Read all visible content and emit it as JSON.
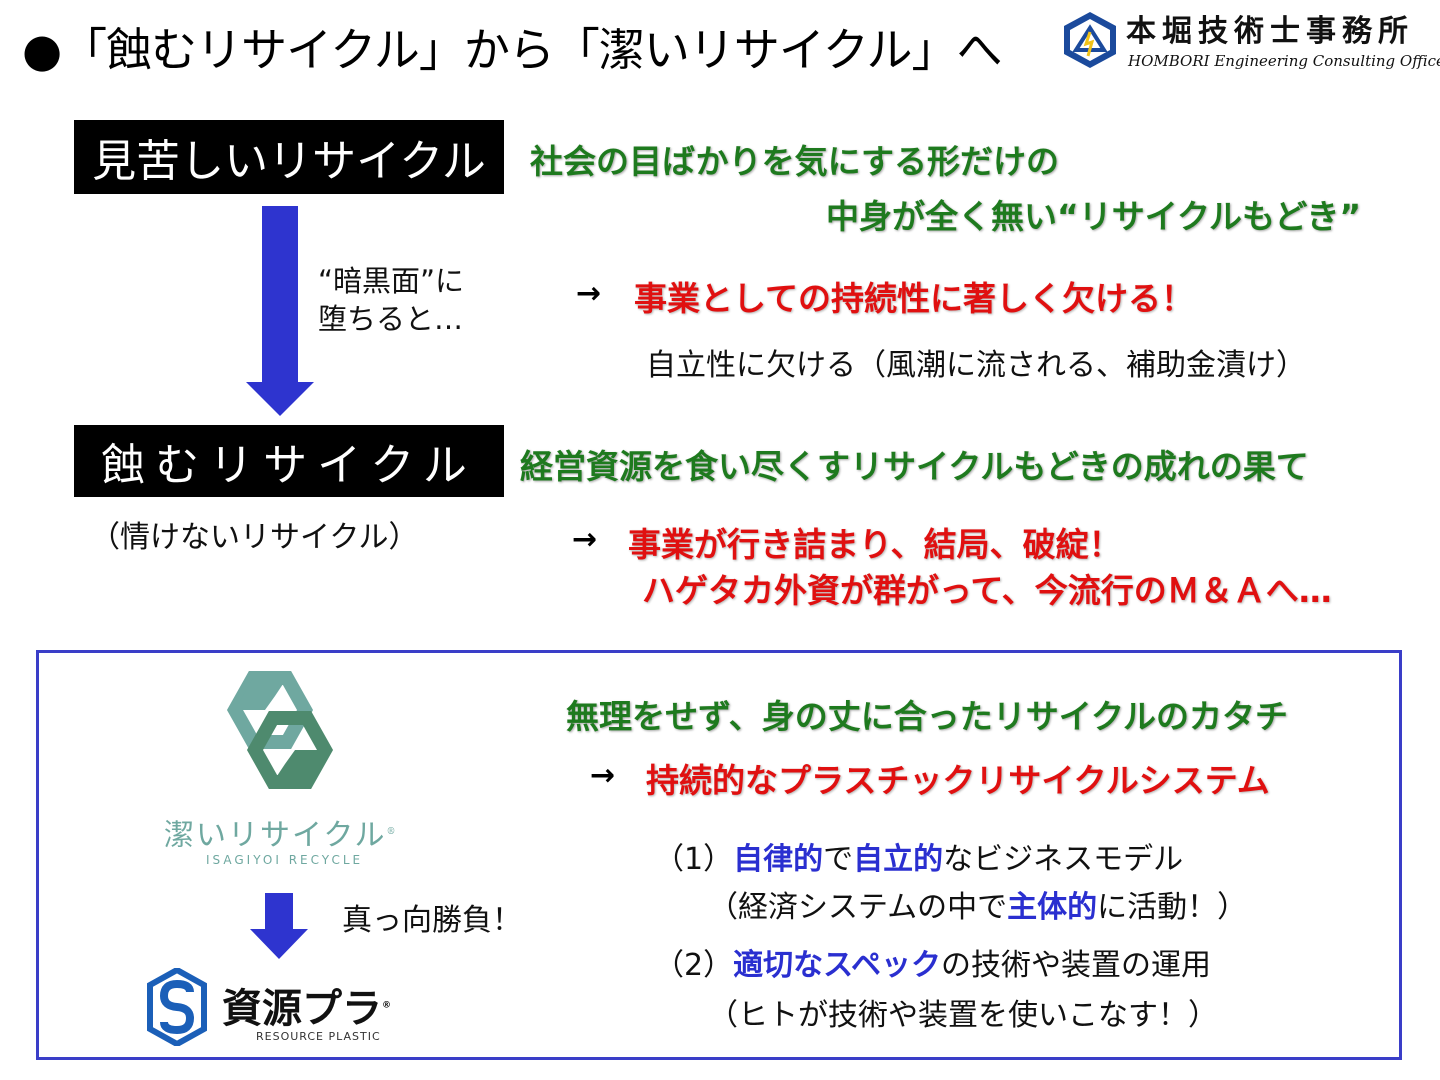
{
  "title": "●「蝕むリサイクル」から「潔いリサイクル」へ",
  "company": {
    "name": "本堀技術士事務所",
    "name_en": "HOMBORI Engineering Consulting Office",
    "emblem_icon": "hombori-emblem-icon"
  },
  "ugly_recycle": {
    "label": "見苦しいリサイクル",
    "desc_line1": "社会の目ばかりを気にする形だけの",
    "desc_line2": "中身が全く無い“リサイクルもどき”"
  },
  "transition": {
    "line1": "“暗黒面”に",
    "line2": "堕ちると…"
  },
  "consequence1": {
    "arrow": "→",
    "headline": "事業としての持続性に著しく欠ける！",
    "detail": "自立性に欠ける（風潮に流される、補助金漬け）"
  },
  "erode_recycle": {
    "label": "蝕むリサイクル",
    "subtitle": "（情けないリサイクル）",
    "desc": "経営資源を食い尽くすリサイクルもどきの成れの果て"
  },
  "consequence2": {
    "arrow": "→",
    "line1": "事業が行き詰まり、結局、破綻！",
    "line2": "ハゲタカ外資が群がって、今流行のＭ＆Ａへ…"
  },
  "panel": {
    "isagiyoi_logo": {
      "jp": "潔いリサイクル",
      "en": "ISAGIYOI RECYCLE",
      "mark": "®",
      "icon": "isagiyoi-hexagon-icon"
    },
    "head_on": "真っ向勝負！",
    "shigen_logo": {
      "jp": "資源プラ",
      "en": "RESOURCE PLASTIC",
      "mark": "®",
      "icon": "resource-plastic-s-icon"
    },
    "fitting": "無理をせず、身の丈に合ったリサイクルのカタチ",
    "arrow": "→",
    "sustainable_system": "持続的なプラスチックリサイクルシステム",
    "point1": {
      "prefix": "（1）",
      "em1": "自律的",
      "mid1": "で",
      "em2": "自立的",
      "suffix": "なビジネスモデル",
      "sub_prefix": "（経済システムの中で",
      "sub_em": "主体的",
      "sub_suffix": "に活動！）"
    },
    "point2": {
      "prefix": "（2）",
      "em": "適切なスペック",
      "suffix": "の技術や装置の運用",
      "sub": "（ヒトが技術や装置を使いこなす！）"
    }
  },
  "colors": {
    "green": "#1e7a1e",
    "red": "#e01010",
    "blue": "#2a2fd0",
    "arrow_blue": "#2e34cf",
    "teal": "#6fa8a0"
  }
}
